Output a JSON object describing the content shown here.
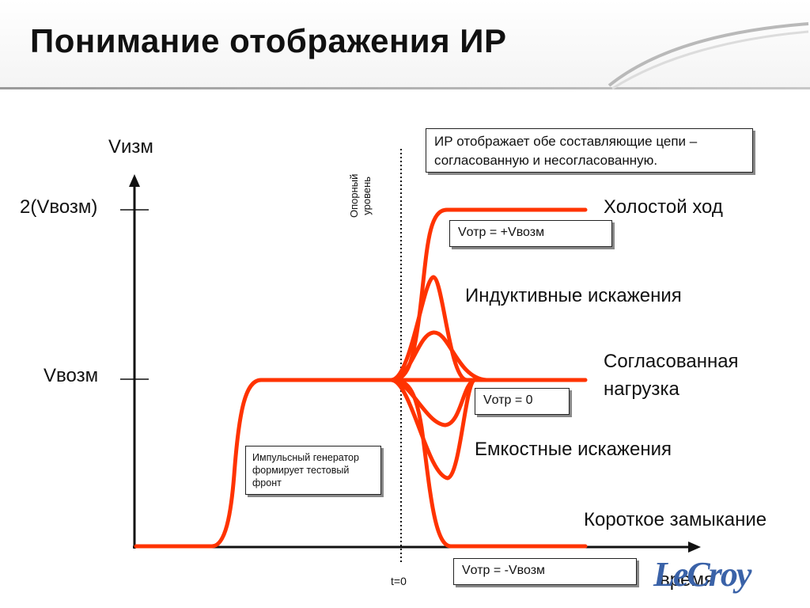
{
  "title": "Понимание отображения ИР",
  "axis": {
    "y_label": "Vизм",
    "x_label": "время",
    "tick_2v": "2(Vвозм)",
    "tick_v": "Vвозм",
    "t0": "t=0"
  },
  "reference_level": [
    "Опорный",
    "уровень"
  ],
  "info_box": [
    "ИР отображает обе составляющие цепи –",
    "согласованную и несогласованную."
  ],
  "generator_box": [
    "Импульсный генератор",
    "формирует тестовый",
    "фронт"
  ],
  "curves": {
    "open": "Холостой ход",
    "inductive": "Индуктивные искажения",
    "matched_line1": "Согласованная",
    "matched_line2": "нагрузка",
    "capacitive": "Емкостные искажения",
    "short": "Короткое замыкание"
  },
  "v_boxes": {
    "open": "Vотр = +Vвозм",
    "matched": "Vотр = 0",
    "short": "Vотр = -Vвозм"
  },
  "logo": "LeCroy",
  "colors": {
    "trace": "#ff3300",
    "axis": "#111111"
  }
}
